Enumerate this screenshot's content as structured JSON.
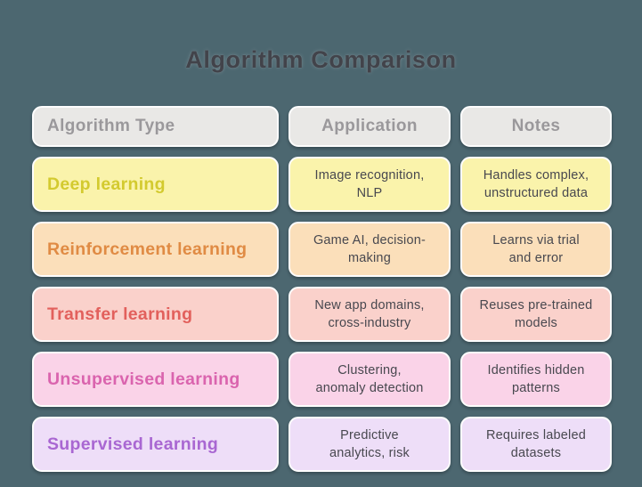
{
  "title": "Algorithm Comparison",
  "colors": {
    "background": "#4c6770",
    "title_text": "#42434a",
    "cell_border": "#fdfdfd",
    "header_fill": "#e9e8e6",
    "header_text": "#9a989b",
    "data_text": "#48484f"
  },
  "table": {
    "headers": [
      {
        "label": "Algorithm Type"
      },
      {
        "label": "Application"
      },
      {
        "label": "Notes"
      }
    ],
    "rows": [
      {
        "type": "Deep learning",
        "type_color": "#d3ca2f",
        "fill": "#faf3ab",
        "application": "Image recognition,\nNLP",
        "notes": "Handles complex,\nunstructured data"
      },
      {
        "type": "Reinforcement learning",
        "type_color": "#e08b44",
        "fill": "#fbdfba",
        "application": "Game AI, decision-\nmaking",
        "notes": "Learns via trial\nand error"
      },
      {
        "type": "Transfer learning",
        "type_color": "#e2605c",
        "fill": "#fad1cb",
        "application": "New app domains,\ncross-industry",
        "notes": "Reuses pre-trained\nmodels"
      },
      {
        "type": "Unsupervised learning",
        "type_color": "#da64ae",
        "fill": "#fad3e8",
        "application": "Clustering,\nanomaly detection",
        "notes": "Identifies hidden\npatterns"
      },
      {
        "type": "Supervised learning",
        "type_color": "#a967d2",
        "fill": "#eedef8",
        "application": "Predictive\nanalytics, risk",
        "notes": "Requires labeled\ndatasets"
      }
    ]
  }
}
